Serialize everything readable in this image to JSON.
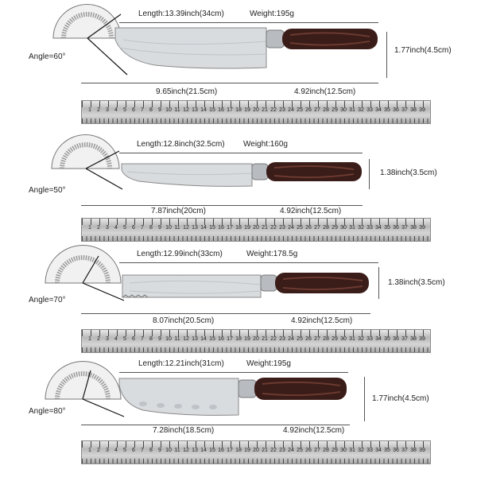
{
  "knives": [
    {
      "length_label": "Length:13.39inch(34cm)",
      "weight_label": "Weight:195g",
      "width_label": "1.77inch(4.5cm)",
      "blade_label": "9.65inch(21.5cm)",
      "handle_label": "4.92inch(12.5cm)",
      "angle_label": "Angle=60°"
    },
    {
      "length_label": "Length:12.8inch(32.5cm)",
      "weight_label": "Weight:160g",
      "width_label": "1.38inch(3.5cm)",
      "blade_label": "7.87inch(20cm)",
      "handle_label": "4.92inch(12.5cm)",
      "angle_label": "Angle=50°"
    },
    {
      "length_label": "Length:12.99inch(33cm)",
      "weight_label": "Weight:178.5g",
      "width_label": "1.38inch(3.5cm)",
      "blade_label": "8.07inch(20.5cm)",
      "handle_label": "4.92inch(12.5cm)",
      "angle_label": "Angle=70°"
    },
    {
      "length_label": "Length:12.21inch(31cm)",
      "weight_label": "Weight:195g",
      "width_label": "1.77inch(4.5cm)",
      "blade_label": "7.28inch(18.5cm)",
      "handle_label": "4.92inch(12.5cm)",
      "angle_label": "Angle=80°"
    }
  ],
  "ruler_numbers": [
    "1",
    "2",
    "3",
    "4",
    "5",
    "6",
    "7",
    "8",
    "9",
    "10",
    "11",
    "12",
    "13",
    "14",
    "15",
    "16",
    "17",
    "18",
    "19",
    "20",
    "21",
    "22",
    "23",
    "24",
    "25",
    "26",
    "27",
    "28",
    "29",
    "30",
    "31",
    "32",
    "33",
    "34",
    "35",
    "36",
    "37",
    "38",
    "39"
  ],
  "colors": {
    "handle": "#3a1c18",
    "handle_grain": "#6b3a30",
    "blade": "#d9dcdf",
    "bolster": "#b8bcc0"
  }
}
